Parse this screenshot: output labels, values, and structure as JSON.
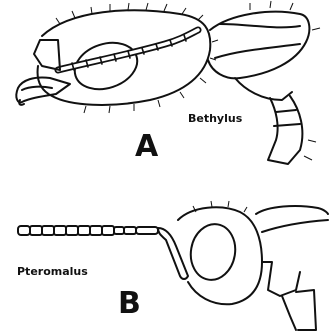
{
  "panels": [
    {
      "letter": "A",
      "species": "Bethylus"
    },
    {
      "letter": "B",
      "species": "Pteromalus"
    }
  ],
  "colors": {
    "ink": "#111111",
    "paper": "#ffffff"
  }
}
